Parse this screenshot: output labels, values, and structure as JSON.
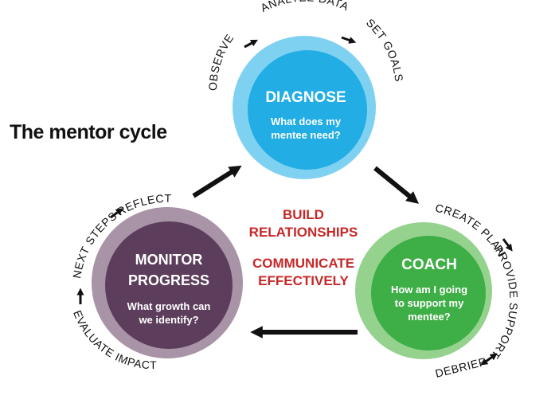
{
  "title": "The mentor cycle",
  "colors": {
    "diagnose_outer": "#7fd1f2",
    "diagnose_inner": "#22ade4",
    "coach_outer": "#95d28e",
    "coach_inner": "#3eae46",
    "monitor_outer": "#a993a7",
    "monitor_inner": "#5d3d5c",
    "center_text": "#c62828"
  },
  "diagnose": {
    "title": "DIAGNOSE",
    "question_line1": "What does my",
    "question_line2": "mentee need?"
  },
  "coach": {
    "title": "COACH",
    "question_line1": "How am I going",
    "question_line2": "to support my",
    "question_line3": "mentee?"
  },
  "monitor": {
    "title_line1": "MONITOR",
    "title_line2": "PROGRESS",
    "question_line1": "What growth can",
    "question_line2": "we identify?"
  },
  "center": {
    "line1": "BUILD",
    "line2": "RELATIONSHIPS",
    "line3": "COMMUNICATE",
    "line4": "EFFECTIVELY"
  },
  "steps": {
    "observe": "OBSERVE",
    "analyze_data": "ANALYZE DATA",
    "set_goals": "SET GOALS",
    "create_plan": "CREATE PLAN",
    "provide_support": "PROVIDE SUPPORT",
    "debrief": "DEBRIEF",
    "evaluate_impact": "EVALUATE IMPACT",
    "next_steps": "NEXT STEPS",
    "reflect": "REFLECT"
  }
}
